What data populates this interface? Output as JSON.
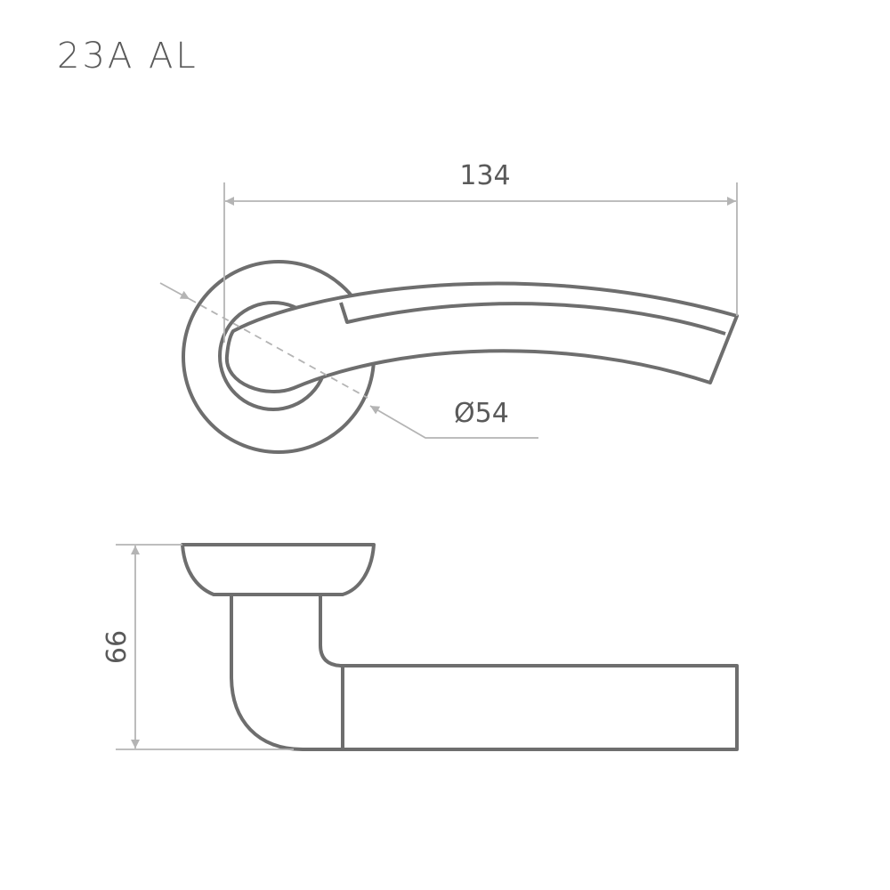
{
  "title": "23A AL",
  "dimensions": {
    "length": "134",
    "diameter": "Ø54",
    "height": "66"
  },
  "colors": {
    "outline": "#6e6e6e",
    "dimension": "#b4b4b4",
    "text": "#5a5a5a"
  }
}
